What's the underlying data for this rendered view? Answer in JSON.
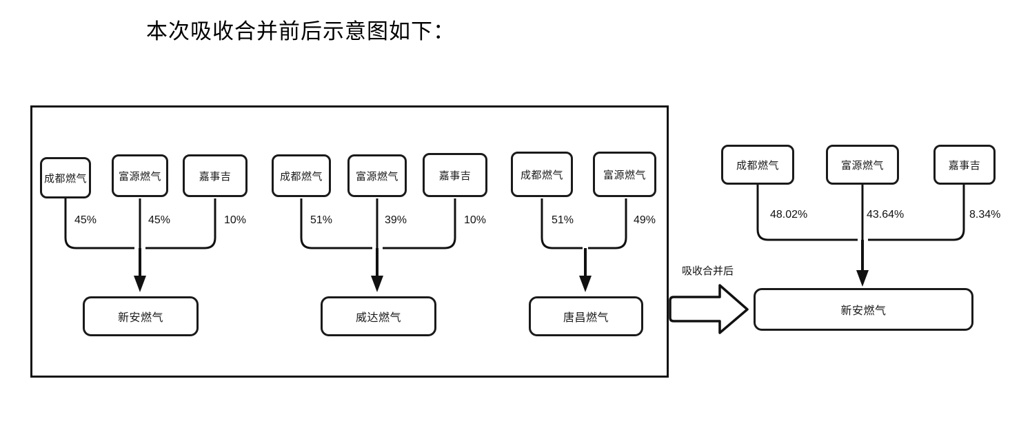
{
  "title": "本次吸收合并前后示意图如下：",
  "diagram": {
    "before_frame_label": "",
    "merge_label": "吸收合并后",
    "groups": [
      {
        "id": "group-xinan-before",
        "target": "新安燃气",
        "shareholders": [
          {
            "name": "成都燃气",
            "percent": "45%"
          },
          {
            "name": "富源燃气",
            "percent": "45%"
          },
          {
            "name": "嘉事吉",
            "percent": "10%"
          }
        ]
      },
      {
        "id": "group-weida-before",
        "target": "威达燃气",
        "shareholders": [
          {
            "name": "成都燃气",
            "percent": "51%"
          },
          {
            "name": "富源燃气",
            "percent": "39%"
          },
          {
            "name": "嘉事吉",
            "percent": "10%"
          }
        ]
      },
      {
        "id": "group-tangchang-before",
        "target": "唐昌燃气",
        "shareholders": [
          {
            "name": "成都燃气",
            "percent": "51%"
          },
          {
            "name": "富源燃气",
            "percent": "49%"
          }
        ]
      },
      {
        "id": "group-xinan-after",
        "target": "新安燃气",
        "shareholders": [
          {
            "name": "成都燃气",
            "percent": "48.02%"
          },
          {
            "name": "富源燃气",
            "percent": "43.64%"
          },
          {
            "name": "嘉事吉",
            "percent": "8.34%"
          }
        ]
      }
    ]
  },
  "colors": {
    "stroke": "#111111",
    "background": "#ffffff",
    "text": "#1a1a1a"
  }
}
